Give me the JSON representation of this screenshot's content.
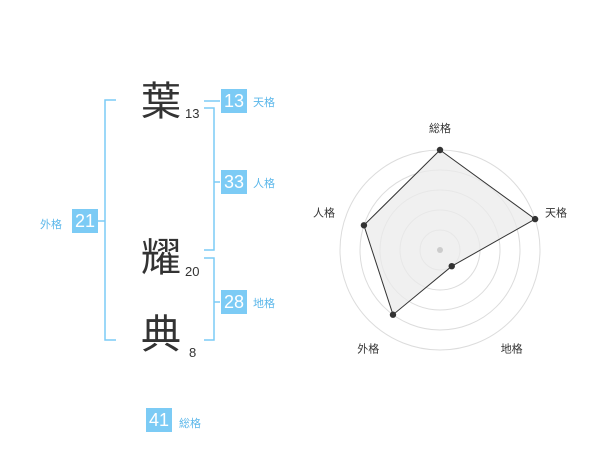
{
  "name_chars": [
    {
      "char": "葉",
      "strokes": "13"
    },
    {
      "char": "耀",
      "strokes": "20"
    },
    {
      "char": "典",
      "strokes": "8"
    }
  ],
  "kaku": {
    "tenkaku": {
      "value": "13",
      "label": "天格"
    },
    "jinkaku": {
      "value": "33",
      "label": "人格"
    },
    "chikaku": {
      "value": "28",
      "label": "地格"
    },
    "gaikaku": {
      "value": "21",
      "label": "外格"
    },
    "soukaku": {
      "value": "41",
      "label": "総格"
    }
  },
  "colors": {
    "accent": "#7ccbf5",
    "label": "#5bb7ea",
    "text": "#333333"
  },
  "chart_data": {
    "type": "radar",
    "axes": [
      "総格",
      "天格",
      "地格",
      "外格",
      "人格"
    ],
    "values": [
      5,
      5,
      1,
      4,
      4
    ],
    "max": 5,
    "rings": 5
  }
}
